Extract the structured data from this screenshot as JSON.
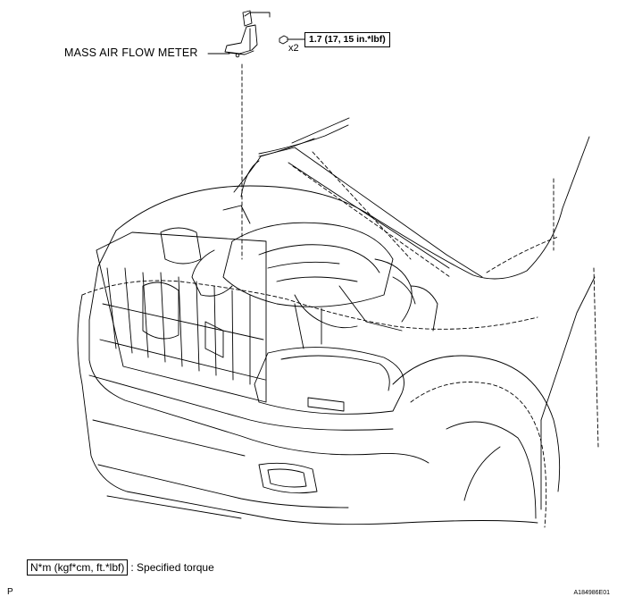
{
  "diagram": {
    "part_label": "MASS AIR FLOW METER",
    "quantity_label": "x2",
    "torque_spec": "1.7 (17, 15 in.*lbf)",
    "legend": {
      "unit_box": "N*m (kgf*cm, ft.*lbf)",
      "description": ": Specified torque"
    },
    "page_code": "P",
    "figure_code": "A184986E01"
  }
}
